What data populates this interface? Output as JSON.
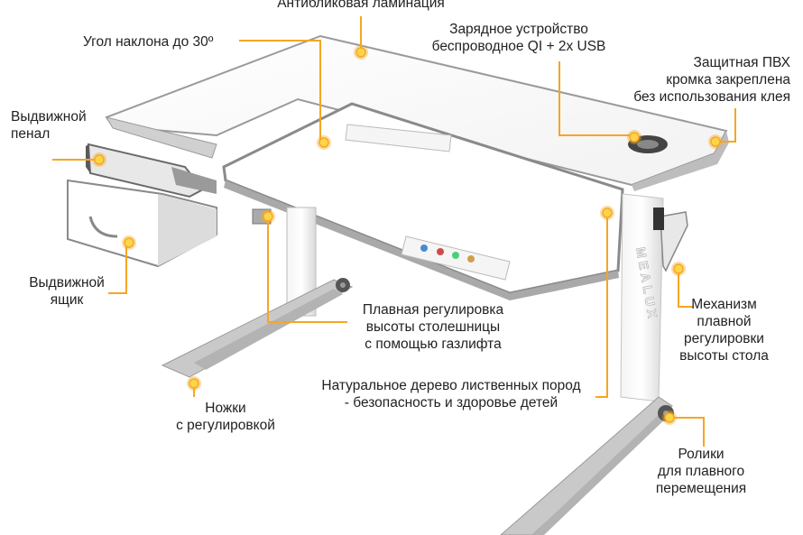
{
  "labels": {
    "lamination": "Антибликовая ламинация",
    "tilt": "Угол наклона до 30º",
    "charger": "Зарядное устройство\nбеспроводное QI + 2x USB",
    "edge": "Защитная ПВХ\nкромка закреплена\nбез использования клея",
    "pencil_case": "Выдвижной\nпенал",
    "drawer": "Выдвижной\nящик",
    "gaslift": "Плавная регулировка\nвысоты столешницы\nс помощью газлифта",
    "wood": "Натуральное дерево лиственных пород\n- безопасность и здоровье детей",
    "mechanism": "Механизм\nплавной\nрегулировки\nвысоты стола",
    "legs": "Ножки\nс регулировкой",
    "rollers": "Ролики\nдля плавного\nперемещения"
  },
  "brand": "MEALUX",
  "colors": {
    "accent": "#f7a823",
    "marker_fill": "#fdd54a",
    "line": "#f5a623"
  }
}
